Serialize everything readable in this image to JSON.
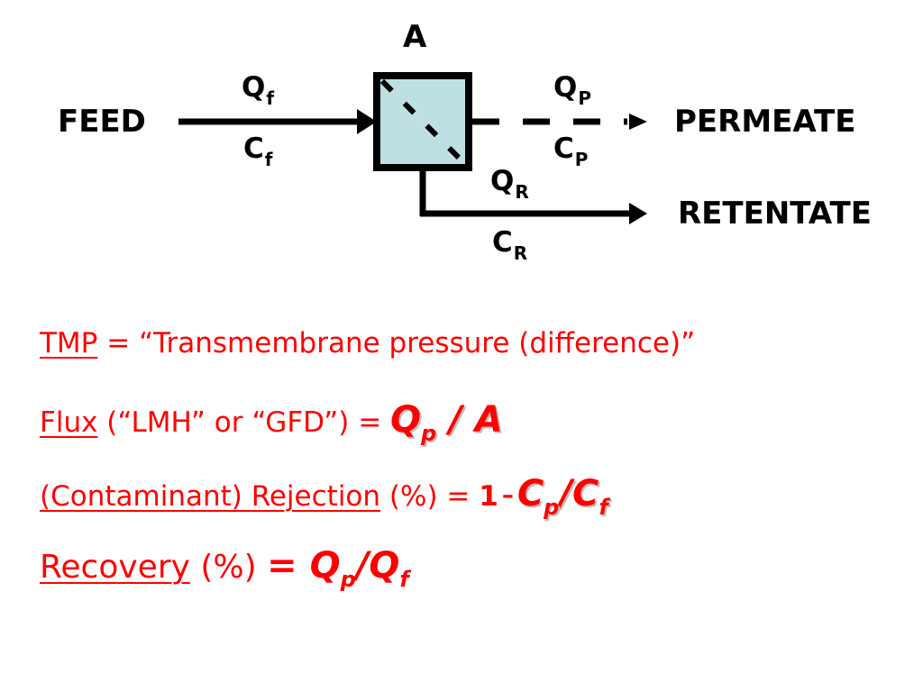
{
  "diagram": {
    "unit_label": "A",
    "feed_label": "FEED",
    "permeate_label": "PERMEATE",
    "retentate_label": "RETENTATE",
    "feed_flow": {
      "symbol": "Q",
      "sub": "f"
    },
    "feed_conc": {
      "symbol": "C",
      "sub": "f"
    },
    "permeate_flow": {
      "symbol": "Q",
      "sub": "P"
    },
    "permeate_conc": {
      "symbol": "C",
      "sub": "P"
    },
    "retentate_flow": {
      "symbol": "Q",
      "sub": "R"
    },
    "retentate_conc": {
      "symbol": "C",
      "sub": "R"
    }
  },
  "equations": {
    "tmp": {
      "term": "TMP",
      "rest": " = “Transmembrane pressure (difference)”"
    },
    "flux": {
      "term": "Flux",
      "rest": " (“LMH” or “GFD”) = ",
      "f_q": "Q",
      "f_q_sub": "p",
      "f_slash": " / ",
      "f_a": "A"
    },
    "rejection": {
      "term": "(Contaminant) Rejection",
      "rest": " (%) = ",
      "one": "1",
      "minus": "–",
      "f_c1": "C",
      "f_c1_sub": "p",
      "f_slash": "/",
      "f_c2": "C",
      "f_c2_sub": "f"
    },
    "recovery": {
      "term": "Recovery",
      "rest": " (%) ",
      "f_eq": "= ",
      "f_q1": "Q",
      "f_q1_sub": "p",
      "f_slash": "/",
      "f_q2": "Q",
      "f_q2_sub": "f"
    }
  },
  "colors": {
    "text": "#000000",
    "accent": "#ff0000",
    "membrane_fill": "#bfe0e2",
    "formula_shadow": "#bfbfbf"
  }
}
